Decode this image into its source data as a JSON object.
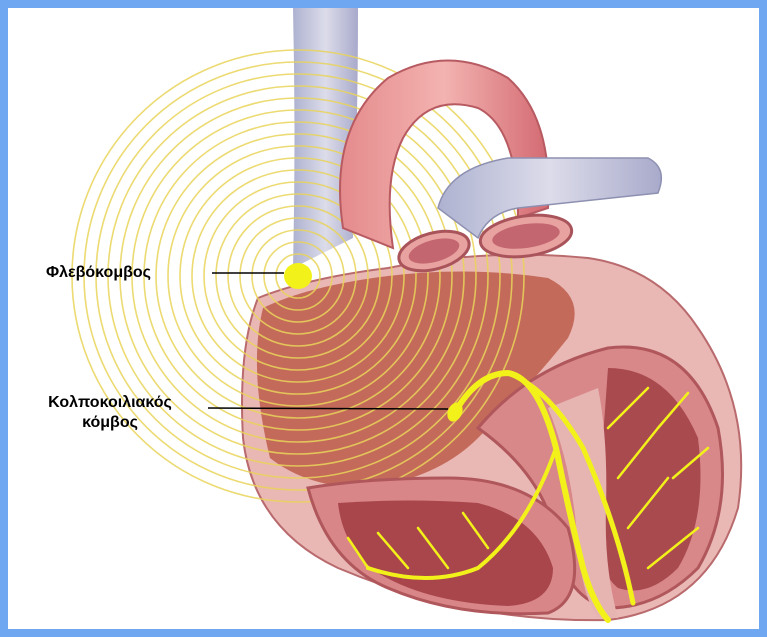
{
  "labels": {
    "sa_node": "Φλεβόκομβος",
    "av_node_line1": "Κολποκοιλιακός",
    "av_node_line2": "κόμβος"
  },
  "colors": {
    "border": "#6fa8f0",
    "background": "#ffffff",
    "conduction": "#f2f21a",
    "muscle": "#c9585e",
    "vessel": "#d36a72",
    "vein": "#b4b7d2"
  }
}
